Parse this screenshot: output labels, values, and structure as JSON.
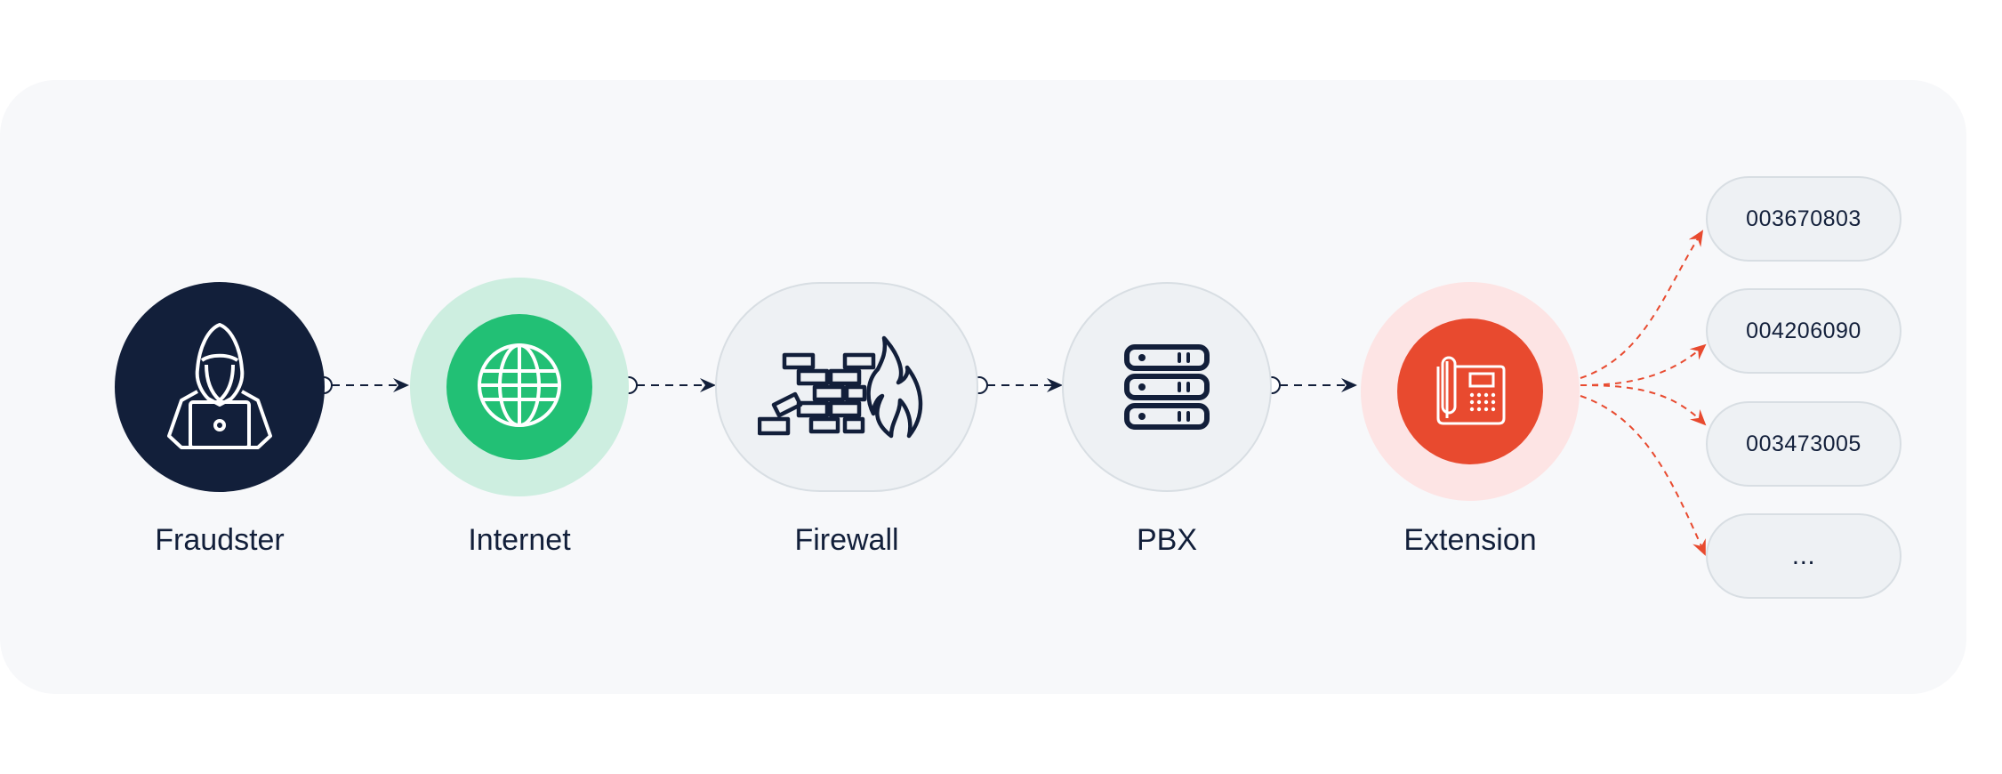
{
  "nodes": [
    {
      "label": "Fraudster",
      "icon": "hacker-icon"
    },
    {
      "label": "Internet",
      "icon": "globe-icon"
    },
    {
      "label": "Firewall",
      "icon": "firewall-icon"
    },
    {
      "label": "PBX",
      "icon": "server-icon"
    },
    {
      "label": "Extension",
      "icon": "desk-phone-icon"
    }
  ],
  "targets": [
    "003670803",
    "004206090",
    "003473005",
    "..."
  ],
  "colors": {
    "dark": "#121f3a",
    "green": "#22c075",
    "green_light": "#cdeee0",
    "red": "#e84a2f",
    "red_light": "#fde4e4",
    "neutral": "#eef1f4"
  }
}
